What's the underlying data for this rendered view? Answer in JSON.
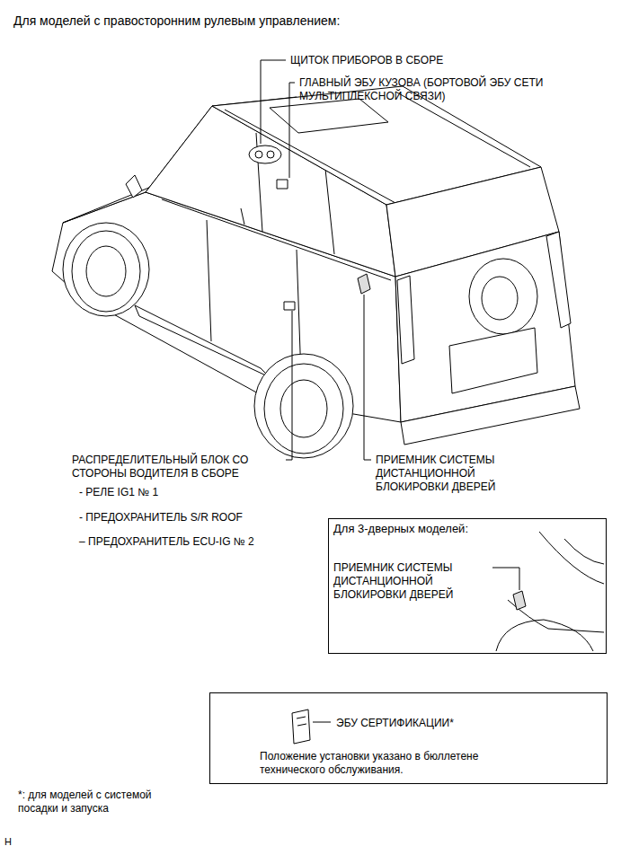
{
  "diagram": {
    "title": "Для моделей с правосторонним рулевым управлением:",
    "nodes": [
      {
        "text": [
          "Для 3-дверных моделей:",
          "ПРИЕМНИК СИСТЕМЫ ДИСТАНЦИОННОЙ БЛОКИРОВКИ ДВЕРЕЙ"
        ]
      },
      {
        "text": [
          "ЭБУ СЕРТИФИКАЦИИ*",
          "Положение установки указано в бюллетене технического обслуживания."
        ]
      }
    ],
    "labels": [
      "ЩИТОК ПРИБОРОВ В СБОРЕ",
      "ГЛАВНЫЙ ЭБУ КУЗОВА (БОРТОВОЙ ЭБУ СЕТИ МУЛЬТИПЛЕКСНОЙ СВЯЗИ)",
      "РАСПРЕДЕЛИТЕЛЬНЫЙ БЛОК СО СТОРОНЫ ВОДИТЕЛЯ В СБОРЕ",
      "- РЕЛЕ IG1 № 1",
      "- ПРЕДОХРАНИТЕЛЬ S/R ROOF",
      "– ПРЕДОХРАНИТЕЛЬ ECU-IG № 2",
      "ПРИЕМНИК СИСТЕМЫ ДИСТАНЦИОННОЙ БЛОКИРОВКИ ДВЕРЕЙ",
      "*: для моделей с системой посадки и запуска",
      "H"
    ]
  }
}
